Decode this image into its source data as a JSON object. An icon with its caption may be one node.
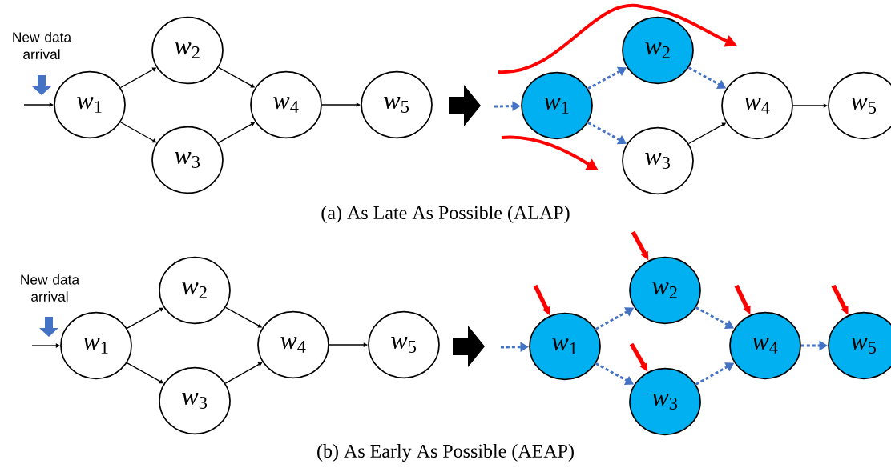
{
  "diagram": {
    "nodes": [
      {
        "text": [
          "*w*$_{1}$"
        ]
      },
      {
        "text": [
          "*w*$_{2}$"
        ]
      },
      {
        "text": [
          "*w*$_{3}$"
        ]
      },
      {
        "text": [
          "*w*$_{4}$"
        ]
      },
      {
        "text": [
          "*w*$_{5}$"
        ]
      },
      {
        "text": [
          "*w*$_{1}$"
        ]
      },
      {
        "text": [
          "*w*$_{2}$"
        ]
      },
      {
        "text": [
          "*w*$_{3}$"
        ]
      },
      {
        "text": [
          "*w*$_{4}$"
        ]
      },
      {
        "text": [
          "*w*$_{5}$"
        ]
      },
      {
        "text": [
          "*w*$_{1}$"
        ]
      },
      {
        "text": [
          "*w*$_{2}$"
        ]
      },
      {
        "text": [
          "*w*$_{3}$"
        ]
      },
      {
        "text": [
          "*w*$_{4}$"
        ]
      },
      {
        "text": [
          "*w*$_{5}$"
        ]
      },
      {
        "text": [
          "*w*$_{1}$"
        ]
      },
      {
        "text": [
          "*w*$_{2}$"
        ]
      },
      {
        "text": [
          "*w*$_{3}$"
        ]
      },
      {
        "text": [
          "*w*$_{4}$"
        ]
      },
      {
        "text": [
          "*w*$_{5}$"
        ]
      }
    ],
    "edges": [
      {
        "from": null,
        "to": 0,
        "arrow": "to"
      },
      {
        "from": 0,
        "to": 1,
        "arrow": "to"
      },
      {
        "from": 0,
        "to": 2,
        "arrow": "to"
      },
      {
        "from": 1,
        "to": 3,
        "arrow": "to"
      },
      {
        "from": 2,
        "to": 3,
        "arrow": "to"
      },
      {
        "from": 3,
        "to": 4,
        "arrow": "to"
      },
      {
        "from": null,
        "to": 5,
        "arrow": "to",
        "style": "dashed",
        "color": "#4472c4"
      },
      {
        "from": 5,
        "to": 6,
        "arrow": "to",
        "style": "dashed",
        "color": "#4472c4"
      },
      {
        "from": 5,
        "to": 7,
        "arrow": "to",
        "style": "dashed",
        "color": "#4472c4"
      },
      {
        "from": 6,
        "to": 8,
        "arrow": "to",
        "style": "dashed",
        "color": "#4472c4"
      },
      {
        "from": 7,
        "to": 8,
        "arrow": "to"
      },
      {
        "from": 8,
        "to": 9,
        "arrow": "to"
      },
      {
        "from": null,
        "to": 10,
        "arrow": "to"
      },
      {
        "from": 10,
        "to": 11,
        "arrow": "to"
      },
      {
        "from": 10,
        "to": 12,
        "arrow": "to"
      },
      {
        "from": 11,
        "to": 13,
        "arrow": "to"
      },
      {
        "from": 12,
        "to": 13,
        "arrow": "to"
      },
      {
        "from": 13,
        "to": 14,
        "arrow": "to"
      },
      {
        "from": null,
        "to": 15,
        "arrow": "to",
        "style": "dashed",
        "color": "#4472c4"
      },
      {
        "from": 15,
        "to": 16,
        "arrow": "to",
        "style": "dashed",
        "color": "#4472c4"
      },
      {
        "from": 15,
        "to": 17,
        "arrow": "to",
        "style": "dashed",
        "color": "#4472c4"
      },
      {
        "from": 16,
        "to": 18,
        "arrow": "to",
        "style": "dashed",
        "color": "#4472c4"
      },
      {
        "from": 17,
        "to": 18,
        "arrow": "to",
        "style": "dashed",
        "color": "#4472c4"
      },
      {
        "from": 18,
        "to": 19,
        "arrow": "to",
        "style": "dashed",
        "color": "#4472c4"
      },
      {
        "from": null,
        "to": 15,
        "arrow": "to",
        "style": "thick",
        "color": "#ff0000"
      },
      {
        "from": null,
        "to": 16,
        "arrow": "to",
        "style": "thick",
        "color": "#ff0000"
      },
      {
        "from": null,
        "to": 17,
        "arrow": "to",
        "style": "thick",
        "color": "#ff0000"
      },
      {
        "from": null,
        "to": 18,
        "arrow": "to",
        "style": "thick",
        "color": "#ff0000"
      },
      {
        "from": null,
        "to": 19,
        "arrow": "to",
        "style": "thick",
        "color": "#ff0000"
      }
    ],
    "labels": [
      "New data arrival",
      "(a) As Late As Possible (ALAP)",
      "New data arrival",
      "(b) As Early As Possible (AEAP)"
    ]
  }
}
